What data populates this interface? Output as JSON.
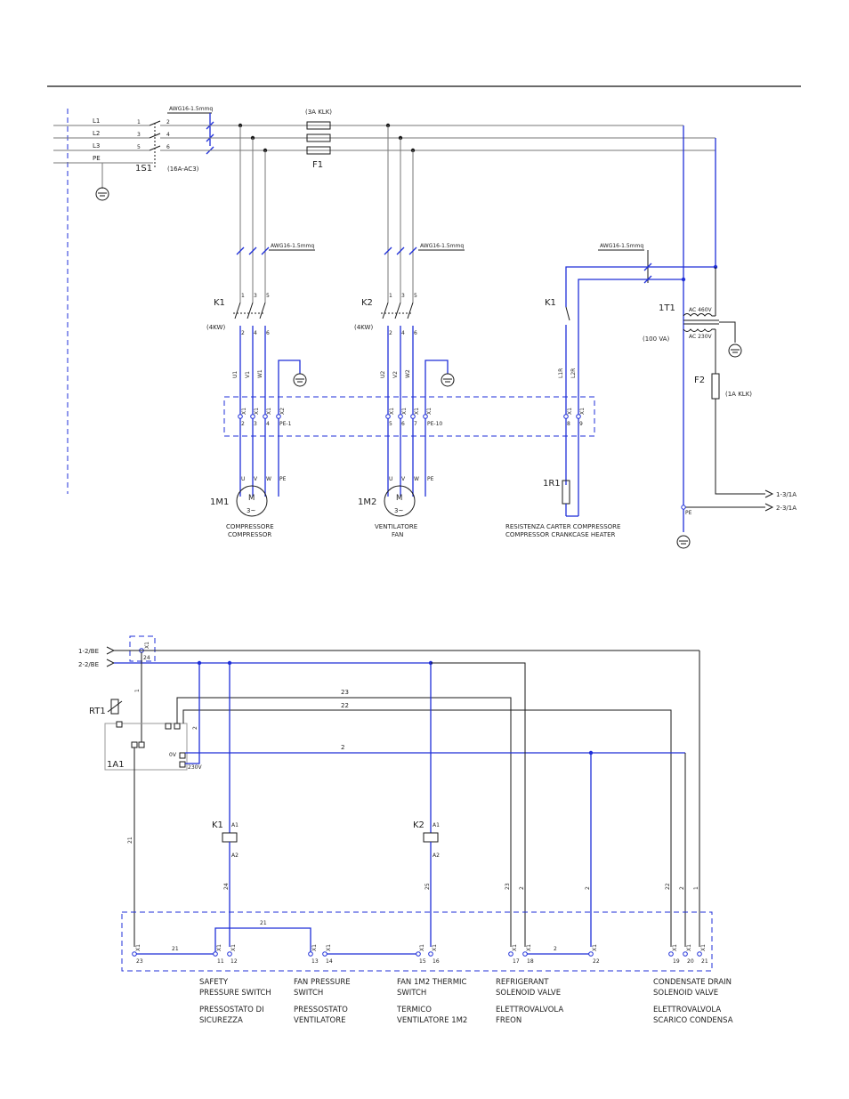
{
  "power_circuit": {
    "lines": [
      "L1",
      "L2",
      "L3",
      "PE"
    ],
    "switch": {
      "tag": "1S1",
      "rating": "(16A-AC3)",
      "in_terms": [
        "1",
        "3",
        "5"
      ],
      "out_terms": [
        "2",
        "4",
        "6"
      ]
    },
    "cable_main": "AWG16-1.5mmq",
    "fuse": {
      "tag": "F1",
      "rating": "(3A KLK)"
    },
    "k1": {
      "tag": "K1",
      "power": "(4KW)",
      "top": [
        "1",
        "3",
        "5"
      ],
      "bot": [
        "2",
        "4",
        "6"
      ],
      "wires": [
        "U1",
        "V1",
        "W1"
      ],
      "cable": "AWG16-1.5mmq"
    },
    "k2": {
      "tag": "K2",
      "power": "(4KW)",
      "top": [
        "1",
        "3",
        "5"
      ],
      "bot": [
        "2",
        "4",
        "6"
      ],
      "wires": [
        "U2",
        "V2",
        "W2"
      ],
      "cable": "AWG16-1.5mmq"
    },
    "k1_aux": {
      "tag": "K1",
      "wires": [
        "L1R",
        "L2R"
      ],
      "cable": "AWG16-1.5mmq"
    },
    "transformer": {
      "tag": "1T1",
      "power": "(100 VA)",
      "primary": "AC 460V",
      "secondary": "AC 230V"
    },
    "fuse2": {
      "tag": "F2",
      "rating": "(1A KLK)"
    },
    "terminals_top": {
      "x1": "X1",
      "x2": "X2",
      "nums": [
        "2",
        "3",
        "4",
        "PE-1",
        "5",
        "6",
        "7",
        "PE-10",
        "8",
        "9"
      ]
    },
    "motor1": {
      "tag": "1M1",
      "m": "M",
      "phase": "3~",
      "pins": [
        "U",
        "V",
        "W",
        "PE"
      ],
      "label_it": "COMPRESSORE",
      "label_en": "COMPRESSOR"
    },
    "motor2": {
      "tag": "1M2",
      "m": "M",
      "phase": "3~",
      "pins": [
        "U",
        "V",
        "W",
        "PE"
      ],
      "label_it": "VENTILATORE",
      "label_en": "FAN"
    },
    "heater": {
      "tag": "1R1",
      "label_it": "RESISTENZA CARTER COMPRESSORE",
      "label_en": "COMPRESSOR CRANKCASE HEATER"
    },
    "outputs": [
      "1-3/1A",
      "2-3/1A"
    ],
    "pe_label": "PE"
  },
  "control_circuit": {
    "inputs": [
      "1-2/BE",
      "2-2/BE"
    ],
    "x1": "X1",
    "term24": "24",
    "controller": {
      "tag": "1A1",
      "sensor": "RT1",
      "ov": "0V",
      "v230": "230V"
    },
    "coils": [
      {
        "tag": "K1",
        "a1": "A1",
        "a2": "A2"
      },
      {
        "tag": "K2",
        "a1": "A1",
        "a2": "A2"
      }
    ],
    "wire_labels": {
      "w1": "1",
      "w2": "2",
      "w21": "21",
      "w22": "22",
      "w23": "23",
      "w24": "24",
      "w25": "25"
    },
    "terminals": [
      "23",
      "11",
      "12",
      "13",
      "14",
      "15",
      "16",
      "17",
      "18",
      "22",
      "19",
      "20",
      "21"
    ],
    "devices": [
      {
        "en1": "SAFETY",
        "en2": "PRESSURE SWITCH",
        "it1": "PRESSOSTATO DI",
        "it2": "SICUREZZA"
      },
      {
        "en1": "FAN PRESSURE",
        "en2": "SWITCH",
        "it1": "PRESSOSTATO",
        "it2": "VENTILATORE"
      },
      {
        "en1": "FAN 1M2 THERMIC",
        "en2": "SWITCH",
        "it1": "TERMICO",
        "it2": "VENTILATORE 1M2"
      },
      {
        "en1": "REFRIGERANT",
        "en2": "SOLENOID VALVE",
        "it1": "ELETTROVALVOLA",
        "it2": "FREON"
      },
      {
        "en1": "CONDENSATE DRAIN",
        "en2": "SOLENOID VALVE",
        "it1": "ELETTROVALVOLA",
        "it2": "SCARICO CONDENSA"
      }
    ]
  }
}
